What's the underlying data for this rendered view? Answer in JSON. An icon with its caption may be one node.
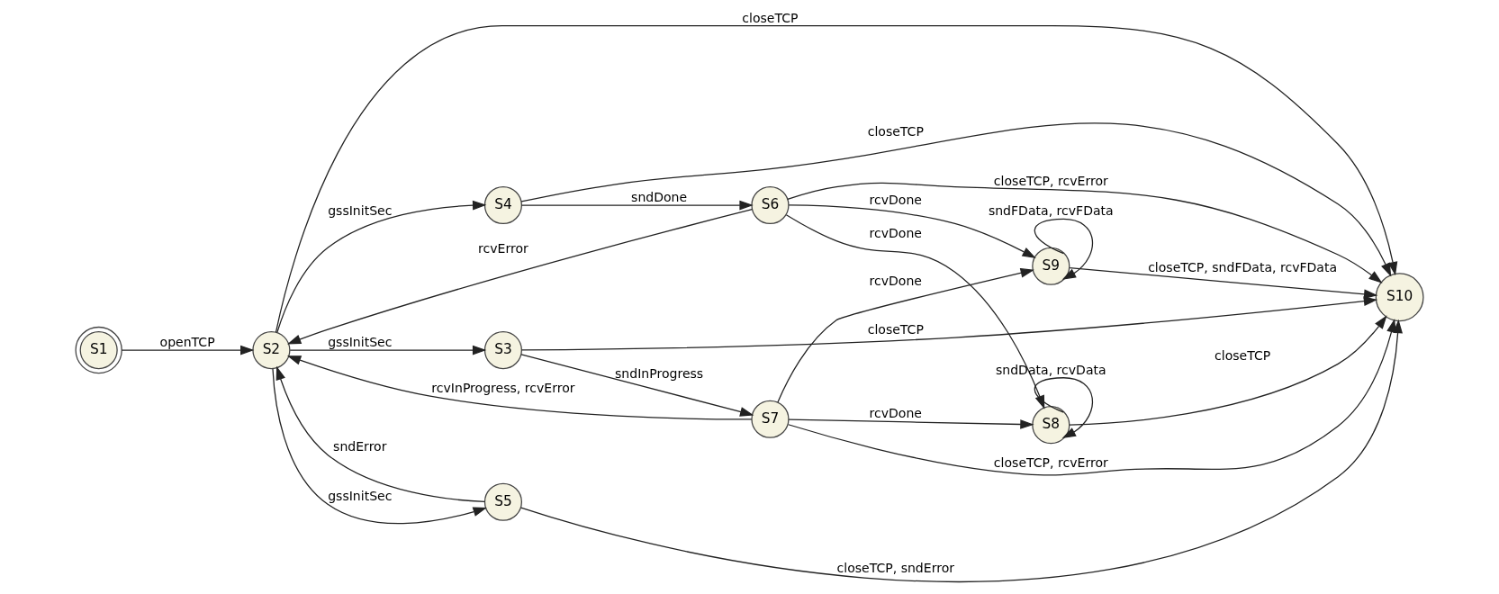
{
  "diagram": {
    "nodes": [
      {
        "text": [
          "S1"
        ]
      },
      {
        "text": [
          "S2"
        ]
      },
      {
        "text": [
          "S3"
        ]
      },
      {
        "text": [
          "S4"
        ]
      },
      {
        "text": [
          "S5"
        ]
      },
      {
        "text": [
          "S6"
        ]
      },
      {
        "text": [
          "S7"
        ]
      },
      {
        "text": [
          "S8"
        ]
      },
      {
        "text": [
          "S9"
        ]
      },
      {
        "text": [
          "S10"
        ]
      }
    ],
    "edges": [
      {
        "from": 0,
        "to": 1,
        "arrow": "to",
        "label": "openTCP"
      },
      {
        "from": 1,
        "to": 9,
        "arrow": "to",
        "label": "closeTCP"
      },
      {
        "from": 2,
        "to": 9,
        "arrow": "to",
        "label": "closeTCP"
      },
      {
        "from": 1,
        "to": 2,
        "arrow": "to",
        "label": "gssInitSec"
      },
      {
        "from": 2,
        "to": 6,
        "arrow": "to",
        "label": "sndInProgress"
      },
      {
        "from": 6,
        "to": 9,
        "arrow": "to",
        "label": "closeTCP, rcvError"
      },
      {
        "from": 6,
        "to": 8,
        "arrow": "to",
        "label": "rcvDone"
      },
      {
        "from": 8,
        "to": 8,
        "arrow": "to",
        "label": "sndFData, rcvFData"
      },
      {
        "from": 6,
        "to": 7,
        "arrow": "to",
        "label": "rcvDone"
      },
      {
        "from": 6,
        "to": 1,
        "arrow": "to",
        "label": "rcvInProgress, rcvError"
      },
      {
        "from": 8,
        "to": 9,
        "arrow": "to",
        "label": "closeTCP, sndFData, rcvFData"
      },
      {
        "from": 5,
        "to": 8,
        "arrow": "to",
        "label": "rcvDone"
      },
      {
        "from": 1,
        "to": 3,
        "arrow": "to",
        "label": "gssInitSec"
      },
      {
        "from": 3,
        "to": 9,
        "arrow": "to",
        "label": "closeTCP"
      },
      {
        "from": 3,
        "to": 5,
        "arrow": "to",
        "label": "sndDone"
      },
      {
        "from": 5,
        "to": 1,
        "arrow": "to",
        "label": "rcvError"
      },
      {
        "from": 7,
        "to": 7,
        "arrow": "to",
        "label": "sndData, rcvData"
      },
      {
        "from": 5,
        "to": 7,
        "arrow": "to",
        "label": "rcvDone"
      },
      {
        "from": 7,
        "to": 9,
        "arrow": "to",
        "label": "closeTCP"
      },
      {
        "from": 5,
        "to": 9,
        "arrow": "to",
        "label": "closeTCP, rcvError"
      },
      {
        "from": 4,
        "to": 1,
        "arrow": "to",
        "label": "sndError"
      },
      {
        "from": 1,
        "to": 4,
        "arrow": "to",
        "label": "gssInitSec"
      },
      {
        "from": 4,
        "to": 9,
        "arrow": "to",
        "label": "closeTCP, sndError"
      }
    ]
  }
}
